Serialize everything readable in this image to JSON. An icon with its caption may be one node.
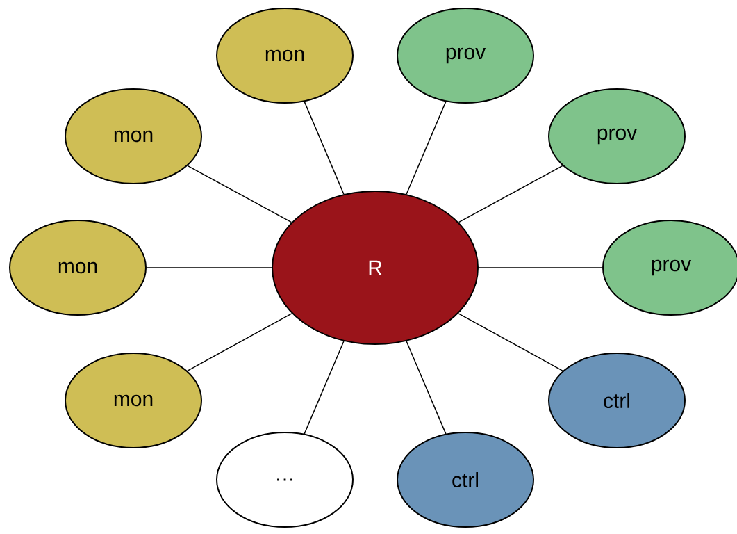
{
  "diagram": {
    "nodes": [
      {
        "text": [
          "mon"
        ]
      },
      {
        "text": [
          "prov"
        ]
      },
      {
        "text": [
          "mon"
        ]
      },
      {
        "text": [
          "prov"
        ]
      },
      {
        "text": [
          "mon"
        ]
      },
      {
        "text": [
          "R"
        ]
      },
      {
        "text": [
          "prov"
        ]
      },
      {
        "text": [
          "mon"
        ]
      },
      {
        "text": [
          "ctrl"
        ]
      },
      {
        "text": [
          "…"
        ]
      },
      {
        "text": [
          "ctrl"
        ]
      }
    ],
    "edges": [
      {
        "from": 5,
        "to": 0,
        "arrow": "none"
      },
      {
        "from": 5,
        "to": 1,
        "arrow": "none"
      },
      {
        "from": 5,
        "to": 2,
        "arrow": "none"
      },
      {
        "from": 5,
        "to": 3,
        "arrow": "none"
      },
      {
        "from": 5,
        "to": 4,
        "arrow": "none"
      },
      {
        "from": 5,
        "to": 6,
        "arrow": "none"
      },
      {
        "from": 5,
        "to": 7,
        "arrow": "none"
      },
      {
        "from": 5,
        "to": 8,
        "arrow": "none"
      },
      {
        "from": 5,
        "to": 9,
        "arrow": "none"
      },
      {
        "from": 5,
        "to": 10,
        "arrow": "none"
      }
    ]
  }
}
